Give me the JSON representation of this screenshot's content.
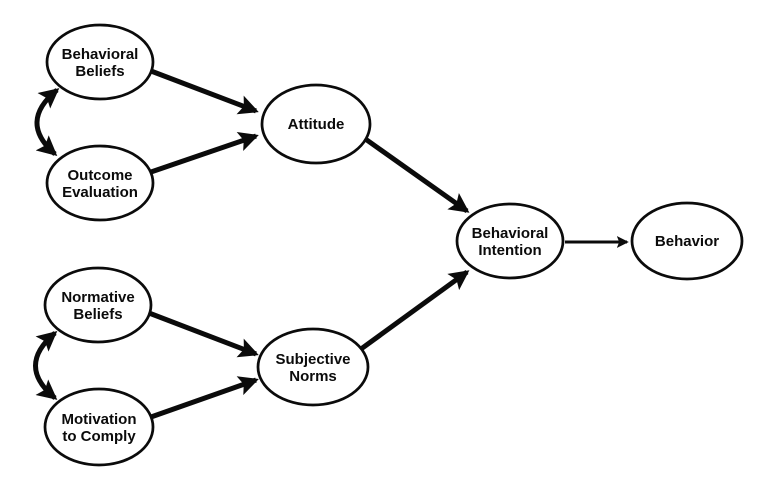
{
  "colors": {
    "ink": "#0b0b0b",
    "background": "#ffffff"
  },
  "diagram": {
    "type": "path-diagram",
    "nodes": [
      {
        "id": "behavioral-beliefs",
        "label": "Behavioral Beliefs",
        "lines": [
          "Behavioral",
          "Beliefs"
        ]
      },
      {
        "id": "outcome-evaluation",
        "label": "Outcome Evaluation",
        "lines": [
          "Outcome",
          "Evaluation"
        ]
      },
      {
        "id": "attitude",
        "label": "Attitude",
        "lines": [
          "Attitude"
        ]
      },
      {
        "id": "normative-beliefs",
        "label": "Normative Beliefs",
        "lines": [
          "Normative",
          "Beliefs"
        ]
      },
      {
        "id": "motivation-to-comply",
        "label": "Motivation to Comply",
        "lines": [
          "Motivation",
          "to Comply"
        ]
      },
      {
        "id": "subjective-norms",
        "label": "Subjective Norms",
        "lines": [
          "Subjective",
          "Norms"
        ]
      },
      {
        "id": "behavioral-intention",
        "label": "Behavioral Intention",
        "lines": [
          "Behavioral",
          "Intention"
        ]
      },
      {
        "id": "behavior",
        "label": "Behavior",
        "lines": [
          "Behavior"
        ]
      }
    ],
    "edges": [
      {
        "from": "behavioral-beliefs",
        "to": "attitude",
        "style": "straight-arrow"
      },
      {
        "from": "outcome-evaluation",
        "to": "attitude",
        "style": "straight-arrow"
      },
      {
        "from": "normative-beliefs",
        "to": "subjective-norms",
        "style": "straight-arrow"
      },
      {
        "from": "motivation-to-comply",
        "to": "subjective-norms",
        "style": "straight-arrow"
      },
      {
        "from": "attitude",
        "to": "behavioral-intention",
        "style": "straight-arrow"
      },
      {
        "from": "subjective-norms",
        "to": "behavioral-intention",
        "style": "straight-arrow"
      },
      {
        "from": "behavioral-intention",
        "to": "behavior",
        "style": "straight-arrow-thin"
      },
      {
        "from": "behavioral-beliefs",
        "to": "outcome-evaluation",
        "style": "curved-double-arrow"
      },
      {
        "from": "normative-beliefs",
        "to": "motivation-to-comply",
        "style": "curved-double-arrow"
      }
    ]
  }
}
